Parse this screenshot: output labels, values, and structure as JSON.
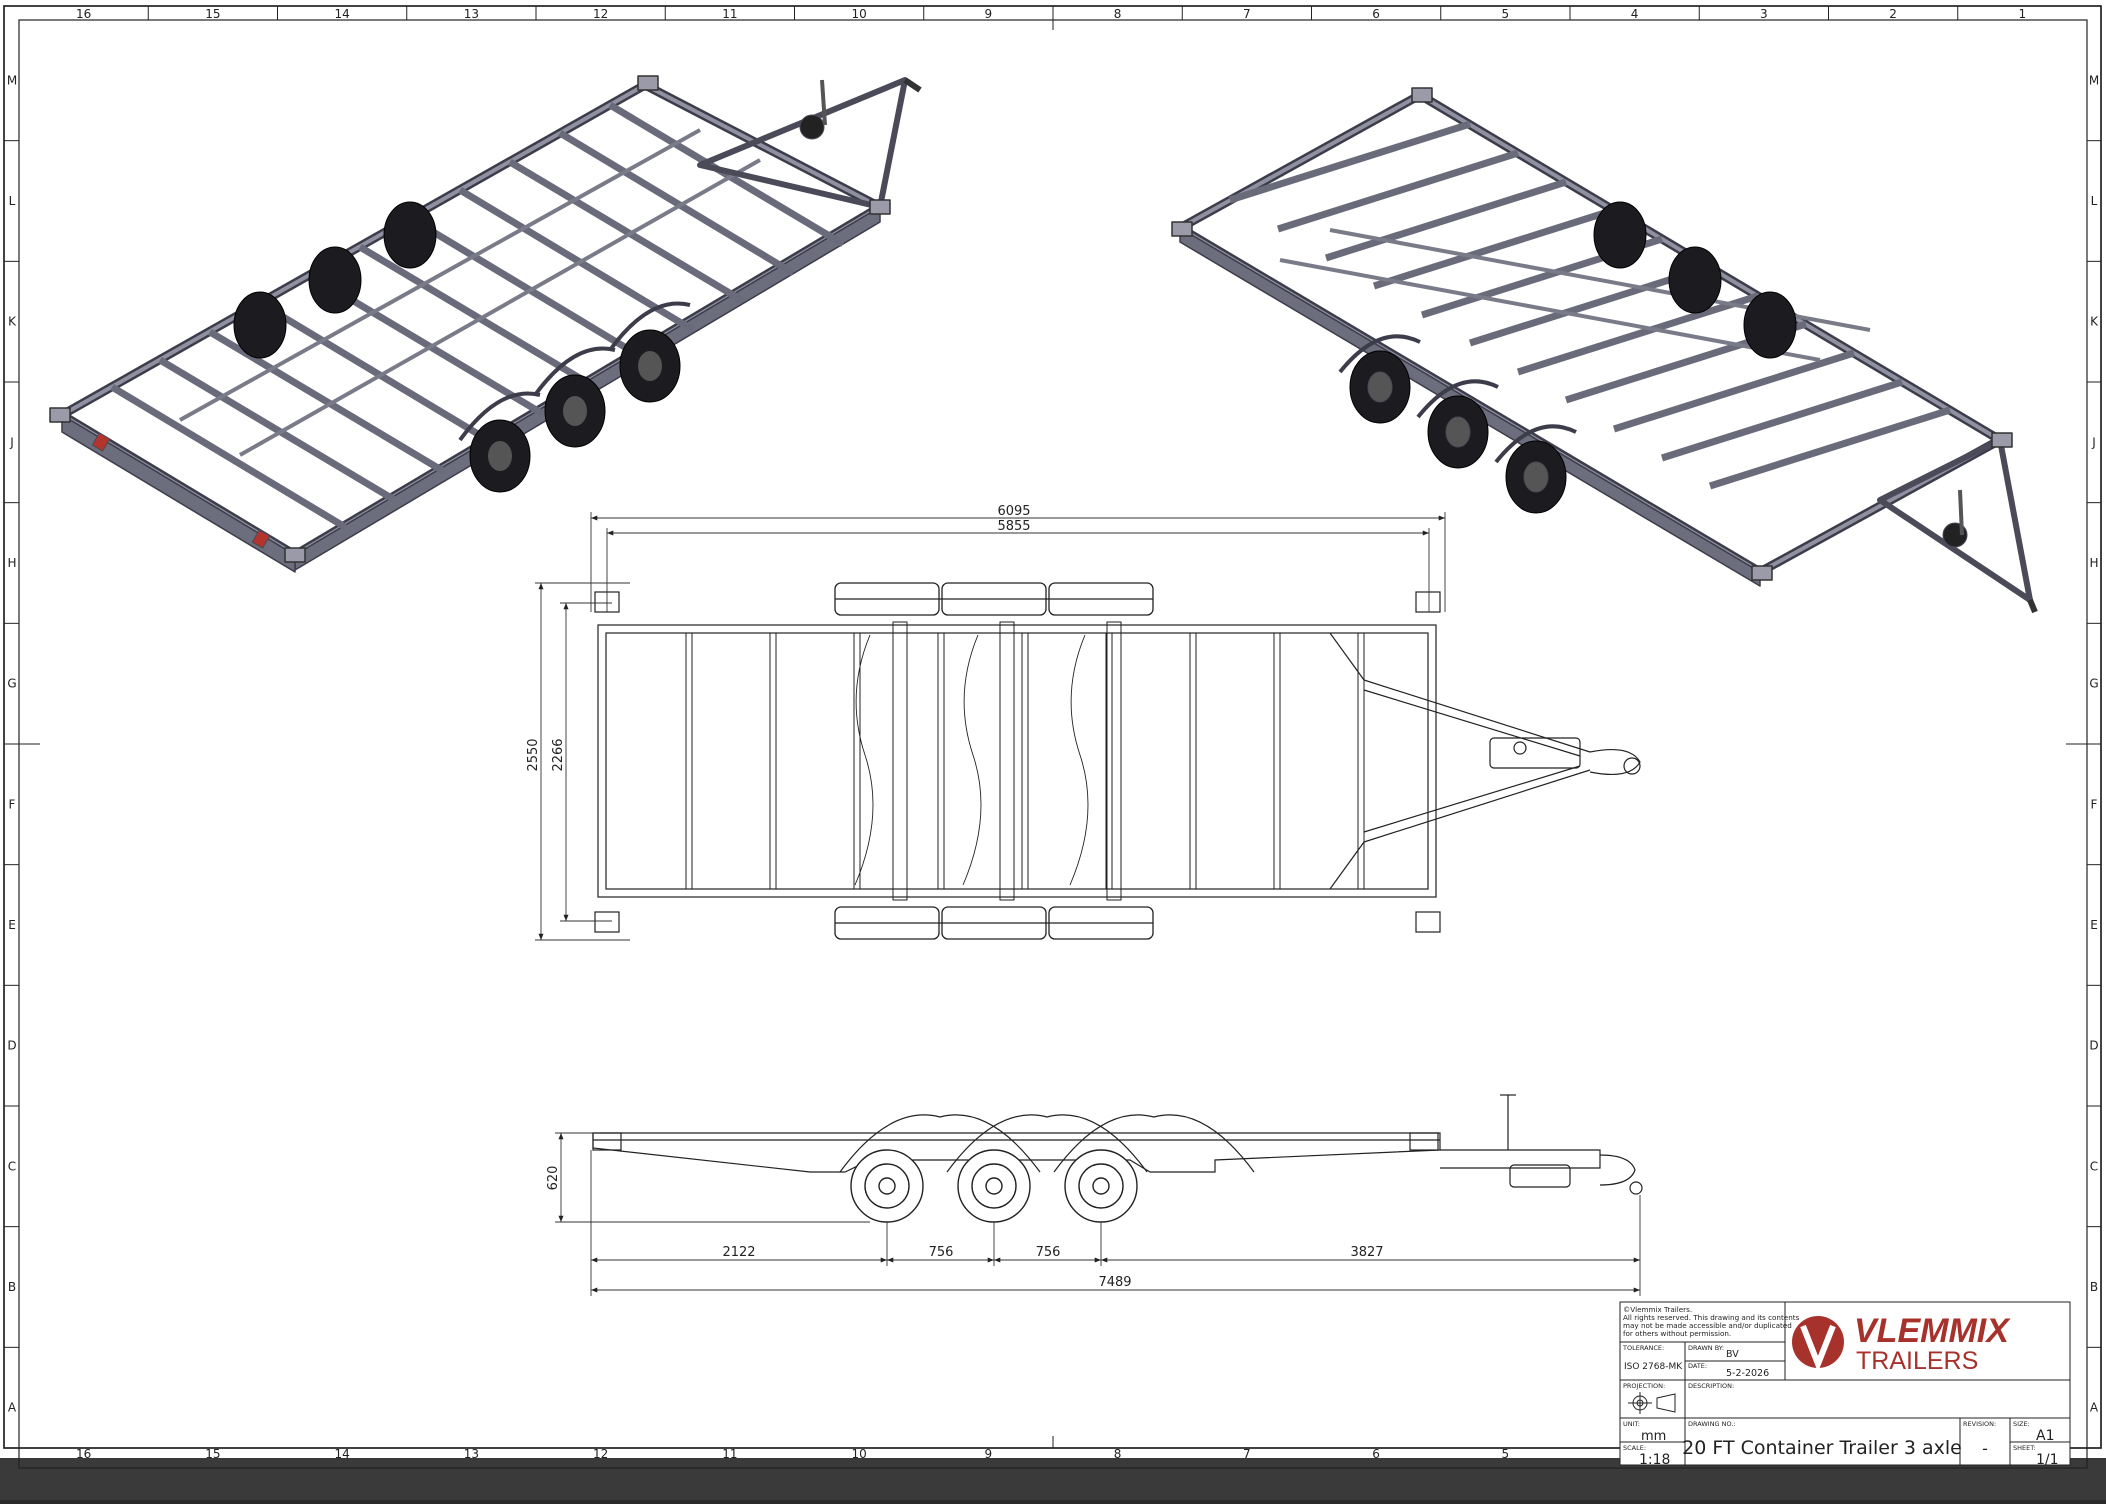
{
  "frame": {
    "columns": [
      "16",
      "15",
      "14",
      "13",
      "12",
      "11",
      "10",
      "9",
      "8",
      "7",
      "6",
      "5",
      "4",
      "3",
      "2",
      "1"
    ],
    "rows": [
      "M",
      "L",
      "K",
      "J",
      "H",
      "G",
      "F",
      "E",
      "D",
      "C",
      "B",
      "A"
    ]
  },
  "top_view": {
    "dim_overall_length": "6095",
    "dim_inner_length": "5855",
    "dim_overall_width": "2550",
    "dim_inner_width": "2266"
  },
  "side_view": {
    "dim_height": "620",
    "dim_front_to_axle": "2122",
    "dim_axle_spacing_1": "756",
    "dim_axle_spacing_2": "756",
    "dim_axle_to_coupling": "3827",
    "dim_total_length": "7489"
  },
  "title_block": {
    "copyright_lines": [
      "©Vlemmix Trailers.",
      "All rights reserved. This drawing and its contents",
      "may not be made accessible and/or duplicated",
      "for others without permission."
    ],
    "tolerance_label": "TOLERANCE:",
    "tolerance_value": "ISO 2768-MK",
    "drawn_by_label": "DRAWN BY:",
    "drawn_by_value": "BV",
    "date_label": "DATE:",
    "date_value": "5-2-2026",
    "projection_label": "PROJECTION:",
    "description_label": "DESCRIPTION:",
    "unit_label": "UNIT:",
    "unit_value": "mm",
    "scale_label": "SCALE:",
    "scale_value": "1:18",
    "drawing_no_label": "DRAWING NO.:",
    "drawing_no_value": "20 FT Container Trailer 3 axle",
    "revision_label": "REVISION:",
    "revision_value": "-",
    "size_label": "SIZE:",
    "size_value": "A1",
    "sheet_label": "SHEET:",
    "sheet_value": "1/1",
    "logo_line1": "VLEMMIX",
    "logo_line2": "TRAILERS",
    "brand_color": "#a7322c"
  }
}
